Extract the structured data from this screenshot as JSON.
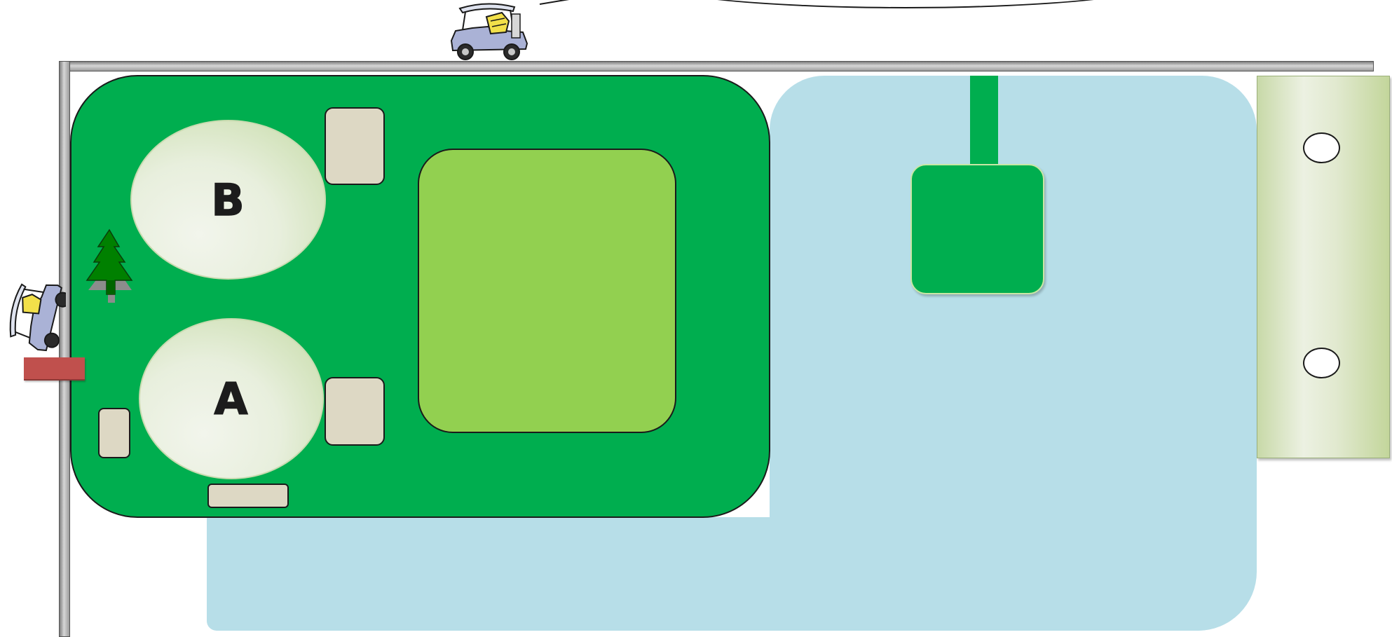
{
  "circles": {
    "b": {
      "label": "B"
    },
    "a": {
      "label": "A"
    }
  },
  "colors": {
    "green": "#00ae4f",
    "light_green": "#92d050",
    "water": "#b7dee8",
    "pad": "#ddd8c4",
    "building": "#e1e9cf",
    "marker": "#c0504d",
    "rail": "#a6a6a6",
    "tree": "#008000"
  },
  "icons": {
    "cart_top": "golf-cart-icon",
    "cart_left": "golf-cart-icon",
    "tree": "pine-tree-icon",
    "bubble": "speech-bubble"
  }
}
